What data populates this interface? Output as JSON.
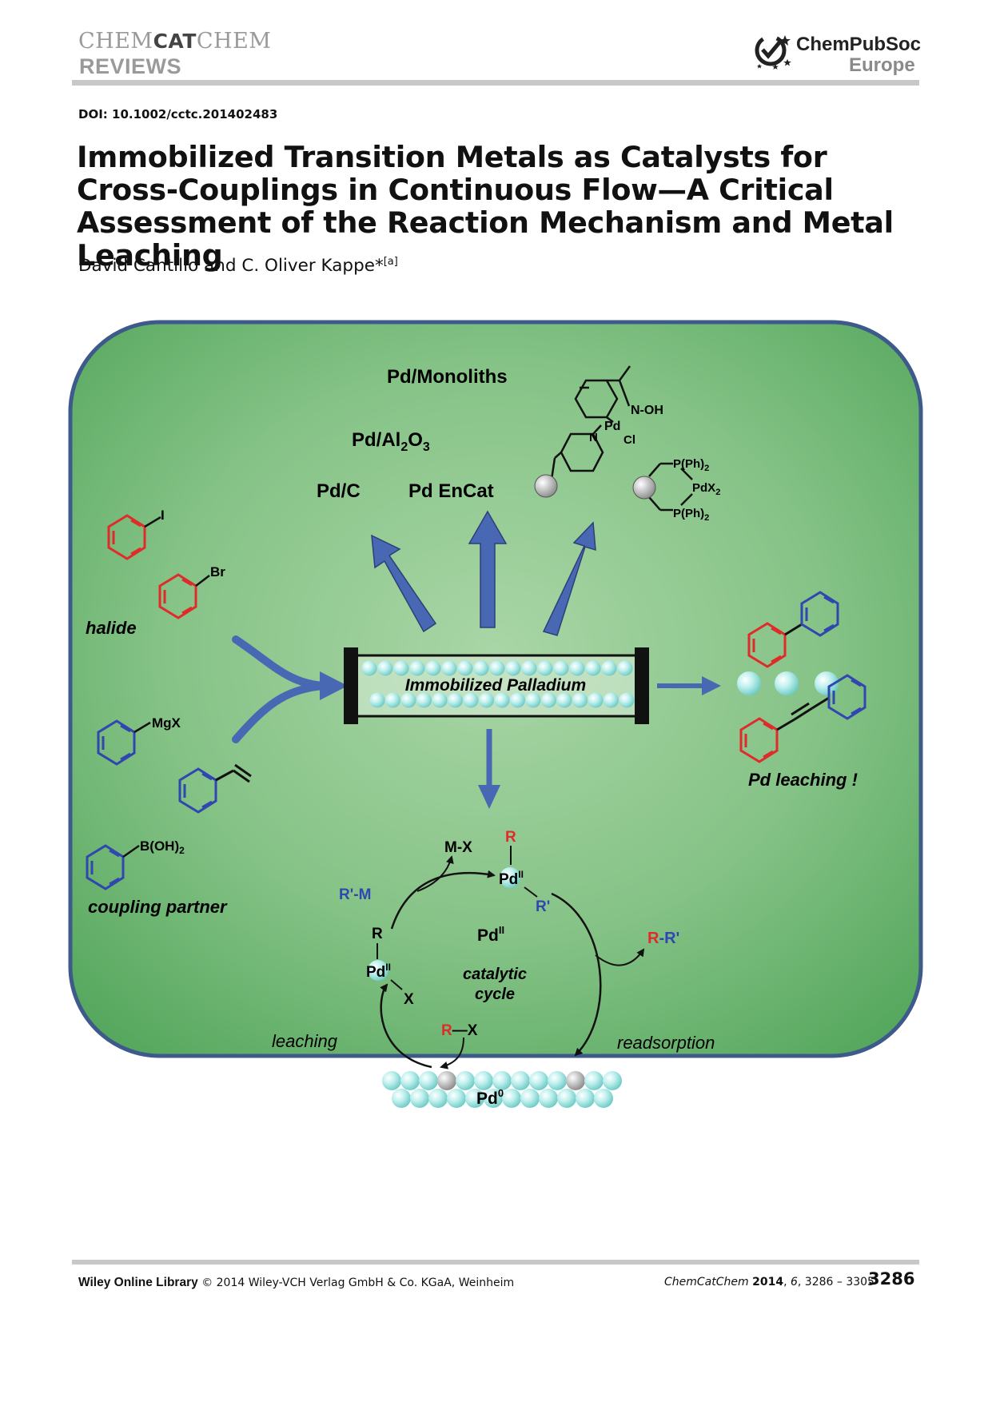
{
  "header": {
    "journal_prefix": "CHEM",
    "journal_mid": "CAT",
    "journal_suffix": "CHEM",
    "section": "REVIEWS",
    "publisher": "ChemPubSoc",
    "publisher_sub": "Europe"
  },
  "article": {
    "doi": "DOI: 10.1002/cctc.201402483",
    "title": "Immobilized Transition Metals as Catalysts for Cross-Couplings in Continuous Flow—A Critical Assessment of the Reaction Mechanism and Metal Leaching",
    "authors": "David Cantillo and C. Oliver Kappe*",
    "affiliation_mark": "[a]"
  },
  "figure": {
    "colors": {
      "panel_light": "#a9d6a6",
      "panel_dark": "#55a75d",
      "arrow": "#4868b4",
      "ring_red": "#e02b2b",
      "ring_blue": "#3046b0"
    },
    "catalysts": {
      "pd_monoliths": "Pd/Monoliths",
      "pd_al2o3_main": "Pd/Al",
      "pd_al2o3_sub1": "2",
      "pd_al2o3_mid": "O",
      "pd_al2o3_sub2": "3",
      "pd_c": "Pd/C",
      "pd_encat": "Pd EnCat",
      "palladacycle_noh": "N-OH",
      "palladacycle_pd": "Pd",
      "palladacycle_cl": "Cl",
      "palladacycle_n": "N",
      "phosphine_top": "P(Ph)",
      "phosphine_top_sub": "2",
      "phosphine_pd": "PdX",
      "phosphine_pd_sub": "2",
      "phosphine_bottom": "P(Ph)",
      "phosphine_bottom_sub": "2"
    },
    "reagents": {
      "iodide_atom": "I",
      "bromide_atom": "Br",
      "halide_label": "halide",
      "grignard_group": "MgX",
      "boronic_group": "B(OH)",
      "boronic_sub": "2",
      "coupling_label": "coupling partner"
    },
    "reactor_label": "Immobilized Palladium",
    "leaching_label": "Pd leaching !",
    "cycle": {
      "mx": "M-X",
      "r_top": "R",
      "pd_top": "Pd",
      "pd_top_ox": "II",
      "r_prime_top": "R'",
      "r_prime_m": "R'-M",
      "pd_center": "Pd",
      "pd_center_ox": "II",
      "r_left": "R",
      "pd_left": "Pd",
      "pd_left_ox": "II",
      "x_left": "X",
      "catalytic": "catalytic",
      "cycle_word": "cycle",
      "product_r": "R",
      "product_rest": "-R'",
      "leaching": "leaching",
      "readsorption": "readsorption",
      "rx_r": "R",
      "rx_x": "—X",
      "pd0": "Pd",
      "pd0_ox": "0"
    }
  },
  "footer": {
    "library": "Wiley Online Library",
    "copyright": "© 2014 Wiley-VCH Verlag GmbH & Co. KGaA, Weinheim",
    "journal": "ChemCatChem",
    "year": "2014",
    "volume": "6",
    "pages": ", 3286 – 3305",
    "page_number": "3286"
  }
}
